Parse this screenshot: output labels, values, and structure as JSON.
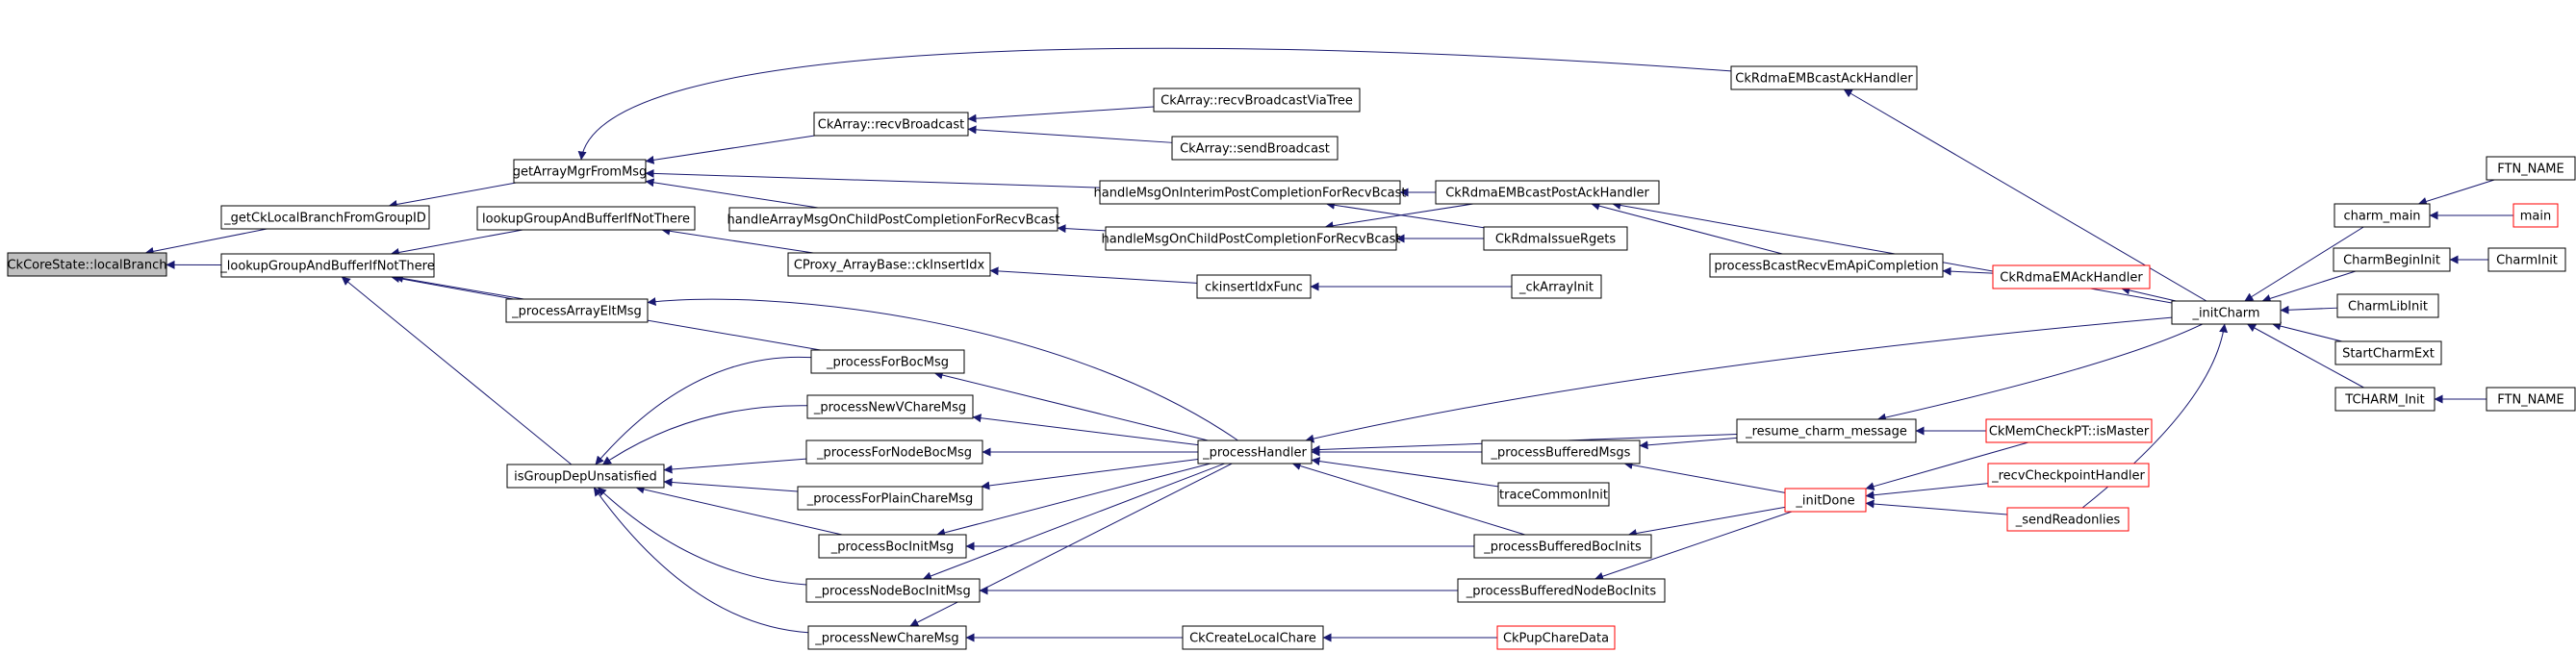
{
  "graph": {
    "colors": {
      "edge": "#191970",
      "box_border": "#000000",
      "box_border_truncated": "#ff0000",
      "root_fill": "#bfbfbf",
      "box_fill": "#ffffff",
      "text": "#000000"
    },
    "nodes": [
      {
        "id": "n0",
        "label": "CkCoreState::localBranch",
        "root": true
      },
      {
        "id": "n1",
        "label": "_getCkLocalBranchFromGroupID"
      },
      {
        "id": "n2",
        "label": "getArrayMgrFromMsg"
      },
      {
        "id": "n3",
        "label": "CkArray::recvBroadcast"
      },
      {
        "id": "n4",
        "label": "CkArray::recvBroadcastViaTree"
      },
      {
        "id": "n5",
        "label": "CkArray::sendBroadcast"
      },
      {
        "id": "n6",
        "label": "CkRdmaEMBcastAckHandler"
      },
      {
        "id": "n7",
        "label": "handleMsgOnInterimPostCompletionForRecvBcast"
      },
      {
        "id": "n8",
        "label": "handleArrayMsgOnChildPostCompletionForRecvBcast"
      },
      {
        "id": "n9",
        "label": "handleMsgOnChildPostCompletionForRecvBcast"
      },
      {
        "id": "n10",
        "label": "CkRdmaEMBcastPostAckHandler"
      },
      {
        "id": "n11",
        "label": "CkRdmaIssueRgets"
      },
      {
        "id": "n12",
        "label": "processBcastRecvEmApiCompletion"
      },
      {
        "id": "n13",
        "label": "CkRdmaEMAckHandler",
        "truncated": true
      },
      {
        "id": "n14",
        "label": "_initCharm"
      },
      {
        "id": "n15",
        "label": "charm_main"
      },
      {
        "id": "n16",
        "label": "FTN_NAME"
      },
      {
        "id": "n17",
        "label": "main",
        "truncated": true
      },
      {
        "id": "n18",
        "label": "CharmBeginInit"
      },
      {
        "id": "n19",
        "label": "CharmInit"
      },
      {
        "id": "n20",
        "label": "CharmLibInit"
      },
      {
        "id": "n21",
        "label": "StartCharmExt"
      },
      {
        "id": "n22",
        "label": "TCHARM_Init"
      },
      {
        "id": "n23",
        "label": "FTN_NAME"
      },
      {
        "id": "n24",
        "label": "_lookupGroupAndBufferIfNotThere"
      },
      {
        "id": "n25",
        "label": "lookupGroupAndBufferIfNotThere"
      },
      {
        "id": "n26",
        "label": "CProxy_ArrayBase::ckInsertIdx"
      },
      {
        "id": "n27",
        "label": "ckinsertIdxFunc"
      },
      {
        "id": "n28",
        "label": "_ckArrayInit"
      },
      {
        "id": "n29",
        "label": "_processArrayEltMsg"
      },
      {
        "id": "n30",
        "label": "_processForBocMsg"
      },
      {
        "id": "n31",
        "label": "_processNewVChareMsg"
      },
      {
        "id": "n32",
        "label": "_processForNodeBocMsg"
      },
      {
        "id": "n33",
        "label": "_processForPlainChareMsg"
      },
      {
        "id": "n34",
        "label": "_processBocInitMsg"
      },
      {
        "id": "n35",
        "label": "_processNodeBocInitMsg"
      },
      {
        "id": "n36",
        "label": "_processNewChareMsg"
      },
      {
        "id": "n37",
        "label": "isGroupDepUnsatisfied"
      },
      {
        "id": "n38",
        "label": "_processHandler"
      },
      {
        "id": "n39",
        "label": "_processBufferedMsgs"
      },
      {
        "id": "n40",
        "label": "_resume_charm_message"
      },
      {
        "id": "n41",
        "label": "CkMemCheckPT::isMaster",
        "truncated": true
      },
      {
        "id": "n42",
        "label": "traceCommonInit"
      },
      {
        "id": "n43",
        "label": "_processBufferedBocInits"
      },
      {
        "id": "n44",
        "label": "_initDone",
        "truncated": true
      },
      {
        "id": "n45",
        "label": "_recvCheckpointHandler",
        "truncated": true
      },
      {
        "id": "n46",
        "label": "_sendReadonlies",
        "truncated": true
      },
      {
        "id": "n47",
        "label": "_processBufferedNodeBocInits"
      },
      {
        "id": "n48",
        "label": "CkCreateLocalChare"
      },
      {
        "id": "n49",
        "label": "CkPupChareData",
        "truncated": true
      }
    ]
  }
}
